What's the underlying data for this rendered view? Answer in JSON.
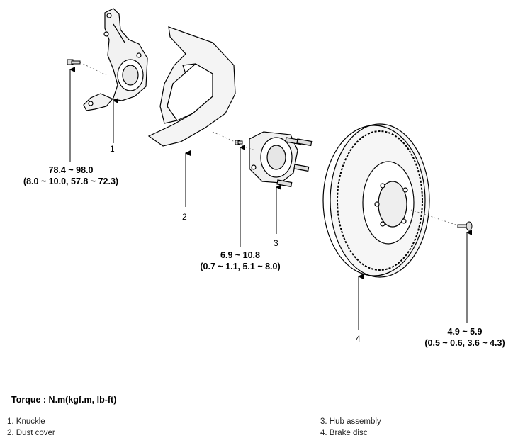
{
  "callouts": [
    "1",
    "2",
    "3",
    "4"
  ],
  "torques": {
    "knuckle_bolt": {
      "primary": "78.4 ~ 98.0",
      "secondary": "(8.0 ~ 10.0, 57.8 ~ 72.3)"
    },
    "dust_cover_screw": {
      "primary": "6.9 ~ 10.8",
      "secondary": "(0.7 ~ 1.1, 5.1 ~ 8.0)"
    },
    "disc_screw": {
      "primary": "4.9 ~ 5.9",
      "secondary": "(0.5 ~ 0.6, 3.6 ~ 4.3)"
    }
  },
  "torque_unit_label": "Torque : N.m(kgf.m, lb-ft)",
  "legend": {
    "left": [
      "1. Knuckle",
      "2. Dust cover"
    ],
    "right": [
      "3. Hub assembly",
      "4. Brake disc"
    ]
  }
}
